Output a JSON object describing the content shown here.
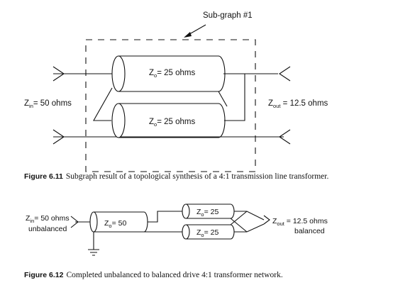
{
  "figure_611": {
    "subgraph_label": "Sub-graph #1",
    "zin_label": {
      "main": "Z",
      "sub": "in",
      "rest": "= 50 ohms"
    },
    "zout_label": {
      "main": "Z",
      "sub": "out",
      "rest": " = 12.5 ohms"
    },
    "line_top": {
      "main": "Z",
      "sub": "o",
      "rest": "= 25 ohms"
    },
    "line_bottom": {
      "main": "Z",
      "sub": "o",
      "rest": "= 25 ohms"
    },
    "caption_number": "Figure 6.11",
    "caption_text": "Subgraph result of a topological synthesis of a 4:1 transmission line transformer."
  },
  "figure_612": {
    "zin_label": {
      "main": "Z",
      "sub": "in",
      "rest": "= 50 ohms"
    },
    "zin_sub2": "unbalanced",
    "zout_label": {
      "main": "Z",
      "sub": "out",
      "rest": " = 12.5 ohms"
    },
    "zout_sub2": "balanced",
    "balun_line": {
      "main": "Z",
      "sub": "o",
      "rest": "= 50"
    },
    "line_top": {
      "main": "Z",
      "sub": "o",
      "rest": "= 25"
    },
    "line_bottom": {
      "main": "Z",
      "sub": "o",
      "rest": "= 25"
    },
    "caption_number": "Figure 6.12",
    "caption_text": "Completed unbalanced to balanced drive 4:1 transformer network."
  }
}
